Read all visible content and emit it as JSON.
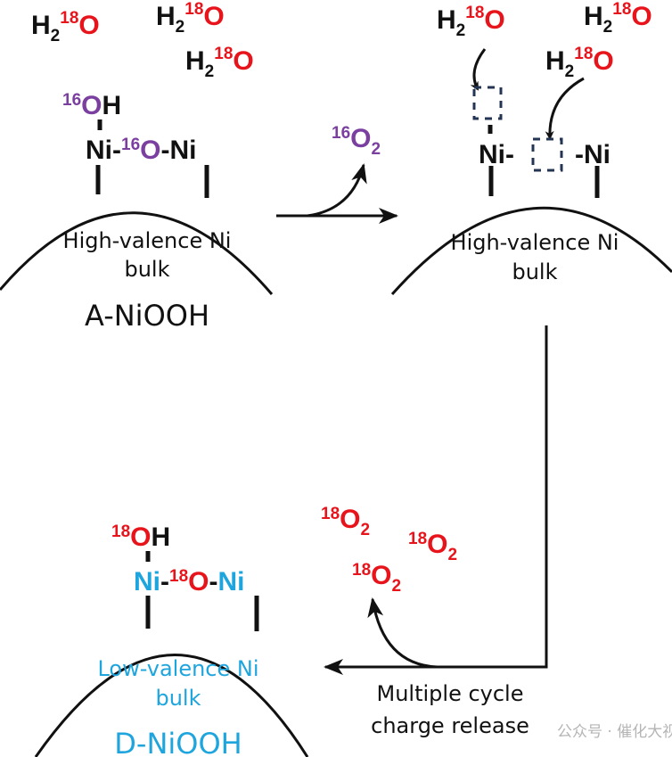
{
  "water": {
    "h": "H",
    "two": "2",
    "iso": "18",
    "o": "O"
  },
  "panel_a": {
    "oh_iso": "16",
    "oh_o": "O",
    "oh_h": "H",
    "ni_left": "Ni-",
    "bridge_iso": "16",
    "bridge_o": "O",
    "ni_right": "-Ni",
    "bulk_line1": "High-valence Ni",
    "bulk_line2": "bulk",
    "name": "A-NiOOH"
  },
  "released_o2": {
    "iso": "16",
    "o": "O",
    "two": "2"
  },
  "panel_b": {
    "ni_left": "Ni-",
    "ni_right": "-Ni",
    "bulk_line1": "High-valence Ni",
    "bulk_line2": "bulk"
  },
  "o18_products": {
    "iso": "18",
    "o": "O",
    "two": "2"
  },
  "process_label": {
    "line1": "Multiple cycle",
    "line2": "charge release"
  },
  "panel_d": {
    "oh_iso": "18",
    "oh_o": "O",
    "oh_h": "H",
    "ni_left": "Ni",
    "dash": "-",
    "bridge_iso": "18",
    "bridge_o": "O",
    "ni_right": "Ni",
    "bulk_line1": "Low-valence Ni",
    "bulk_line2": "bulk",
    "name": "D-NiOOH"
  },
  "watermark": "公众号 · 催化大视界",
  "colors": {
    "o18": "#e8141b",
    "o16": "#7b3fa0",
    "low_valence": "#1ea5dd",
    "vacancy": "#243553"
  }
}
